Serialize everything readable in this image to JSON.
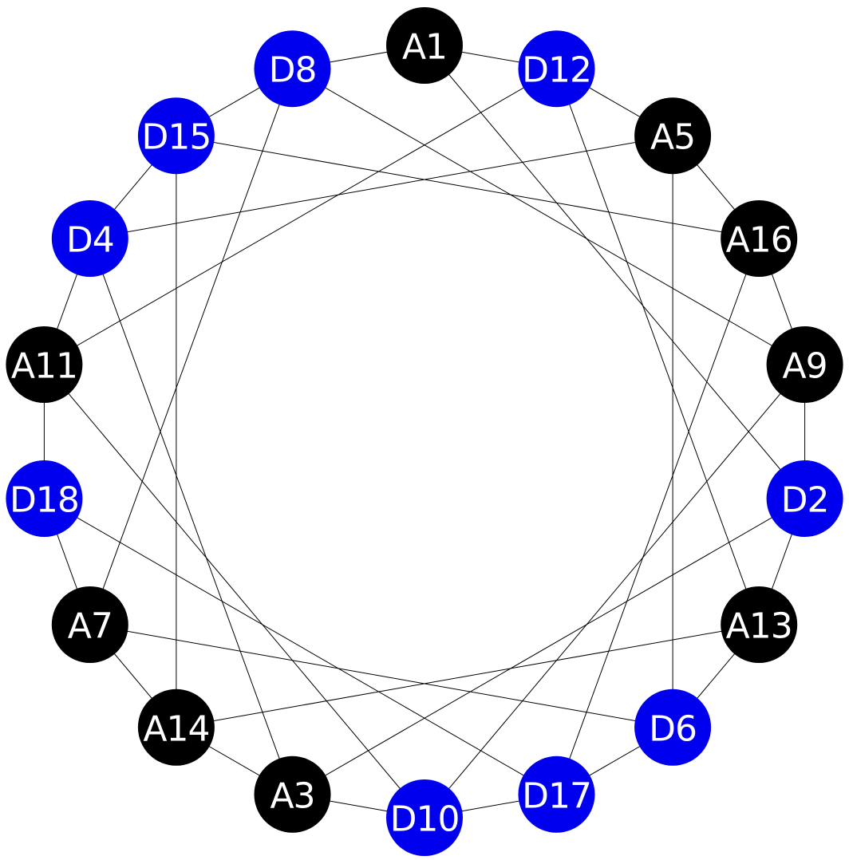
{
  "diagram": {
    "colors": {
      "a_node": "#000000",
      "d_node": "#0000ee",
      "label": "#ffffff",
      "edge": "#000000"
    },
    "nodes": [
      {
        "id": "A1",
        "label": "A1",
        "kind": "A"
      },
      {
        "id": "D12",
        "label": "D12",
        "kind": "D"
      },
      {
        "id": "A5",
        "label": "A5",
        "kind": "A"
      },
      {
        "id": "A16",
        "label": "A16",
        "kind": "A"
      },
      {
        "id": "A9",
        "label": "A9",
        "kind": "A"
      },
      {
        "id": "D2",
        "label": "D2",
        "kind": "D"
      },
      {
        "id": "A13",
        "label": "A13",
        "kind": "A"
      },
      {
        "id": "D6",
        "label": "D6",
        "kind": "D"
      },
      {
        "id": "D17",
        "label": "D17",
        "kind": "D"
      },
      {
        "id": "D10",
        "label": "D10",
        "kind": "D"
      },
      {
        "id": "A3",
        "label": "A3",
        "kind": "A"
      },
      {
        "id": "A14",
        "label": "A14",
        "kind": "A"
      },
      {
        "id": "A7",
        "label": "A7",
        "kind": "A"
      },
      {
        "id": "D18",
        "label": "D18",
        "kind": "D"
      },
      {
        "id": "A11",
        "label": "A11",
        "kind": "A"
      },
      {
        "id": "D4",
        "label": "D4",
        "kind": "D"
      },
      {
        "id": "D15",
        "label": "D15",
        "kind": "D"
      },
      {
        "id": "D8",
        "label": "D8",
        "kind": "D"
      }
    ],
    "ring_edges": [
      [
        "A1",
        "D12"
      ],
      [
        "D12",
        "A5"
      ],
      [
        "A5",
        "A16"
      ],
      [
        "A16",
        "A9"
      ],
      [
        "A9",
        "D2"
      ],
      [
        "D2",
        "A13"
      ],
      [
        "A13",
        "D6"
      ],
      [
        "D6",
        "D17"
      ],
      [
        "D17",
        "D10"
      ],
      [
        "D10",
        "A3"
      ],
      [
        "A3",
        "A14"
      ],
      [
        "A14",
        "A7"
      ],
      [
        "A7",
        "D18"
      ],
      [
        "D18",
        "A11"
      ],
      [
        "A11",
        "D4"
      ],
      [
        "D4",
        "D15"
      ],
      [
        "D15",
        "D8"
      ],
      [
        "D8",
        "A1"
      ]
    ],
    "chords": [
      [
        "A1",
        "D2"
      ],
      [
        "D2",
        "A3"
      ],
      [
        "A3",
        "D4"
      ],
      [
        "D4",
        "A5"
      ],
      [
        "A5",
        "D6"
      ],
      [
        "D6",
        "A7"
      ],
      [
        "A7",
        "D8"
      ],
      [
        "D8",
        "A9"
      ],
      [
        "A9",
        "D10"
      ],
      [
        "D10",
        "A11"
      ],
      [
        "A11",
        "D12"
      ],
      [
        "D12",
        "A13"
      ],
      [
        "A13",
        "A14"
      ],
      [
        "A14",
        "D15"
      ],
      [
        "D15",
        "A16"
      ],
      [
        "A16",
        "D17"
      ],
      [
        "D17",
        "D18"
      ]
    ]
  }
}
